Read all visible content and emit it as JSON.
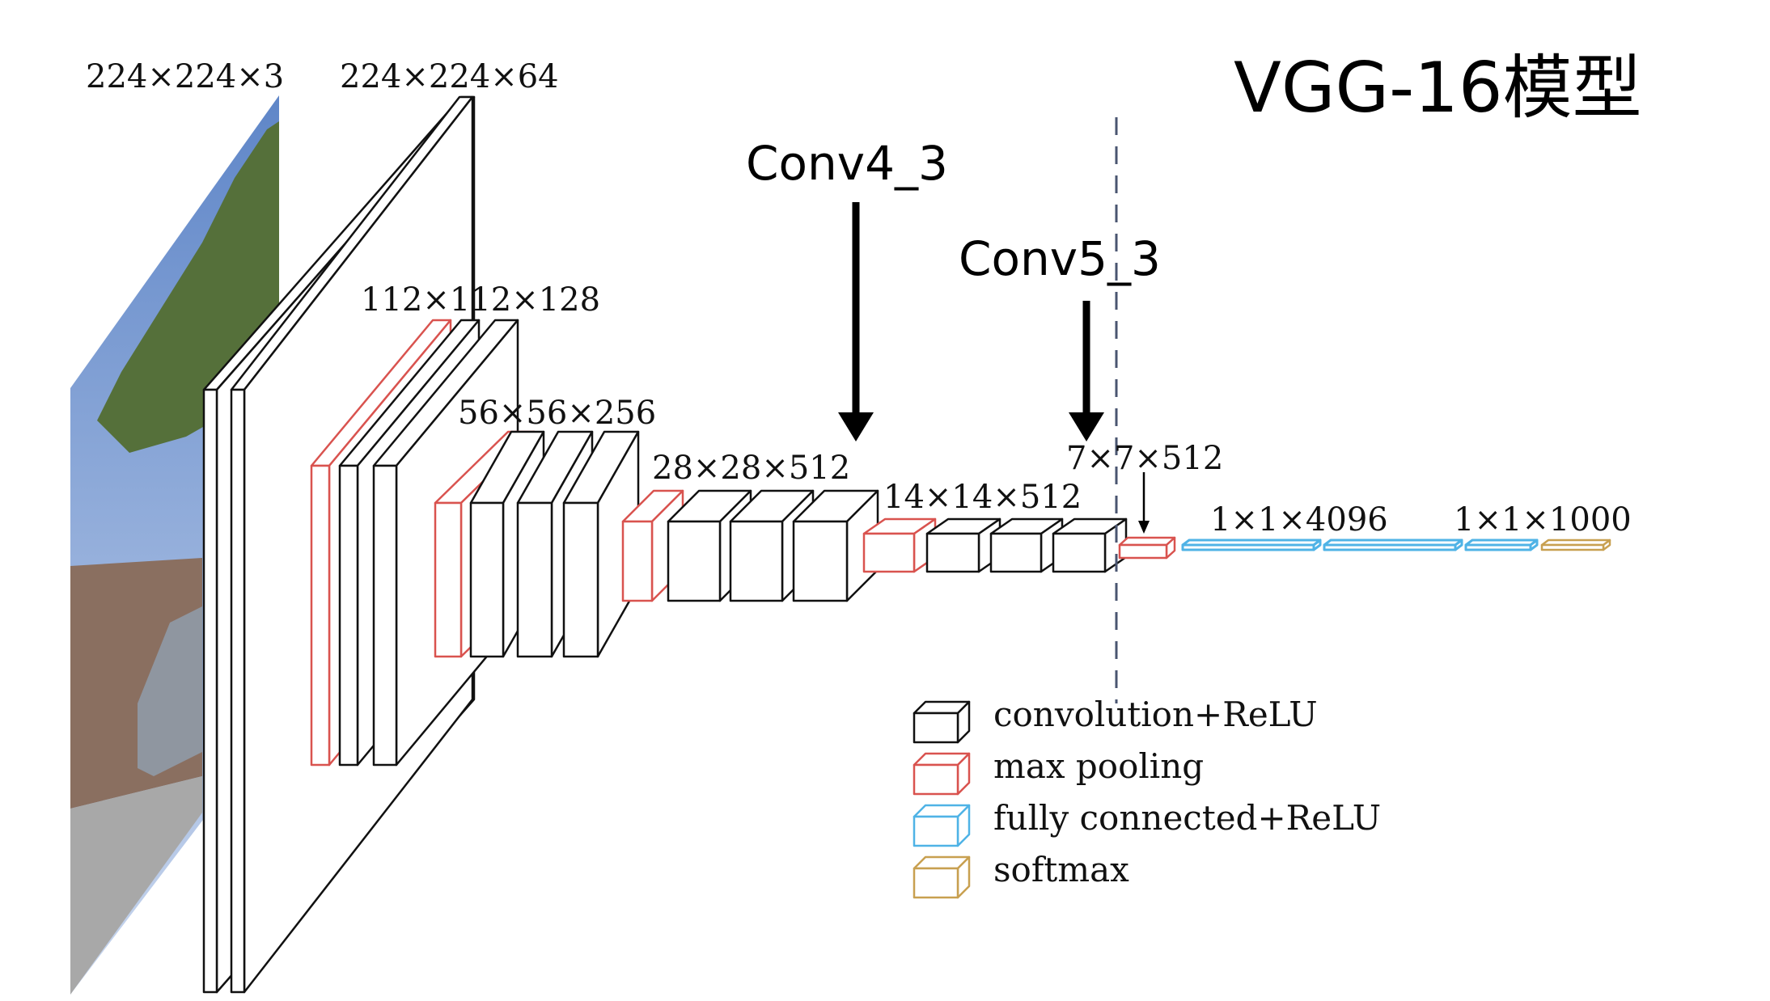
{
  "title": "VGG-16模型",
  "photo_label": "224×224×3",
  "colors": {
    "conv": "#111111",
    "pool": "#d9534f",
    "fc": "#4fb3e6",
    "softmax": "#c8a050",
    "sky_top": "#5f86c8",
    "sky_bottom": "#c9d7ee",
    "tree": "#55703a",
    "building": "#8a6f60",
    "street": "#a8a8a8",
    "car": "#8f96a0"
  },
  "dimension_labels": [
    "224×224×64",
    "112×112×128",
    "56×56×256",
    "28×28×512",
    "14×14×512",
    "7×7×512",
    "1×1×4096",
    "1×1×1000"
  ],
  "callouts": [
    {
      "label": "Conv4_3"
    },
    {
      "label": "Conv5_3"
    }
  ],
  "legend": [
    {
      "type": "conv",
      "label": "convolution+ReLU"
    },
    {
      "type": "pool",
      "label": "max pooling"
    },
    {
      "type": "fc",
      "label": "fully connected+ReLU"
    },
    {
      "type": "softmax",
      "label": "softmax"
    }
  ]
}
